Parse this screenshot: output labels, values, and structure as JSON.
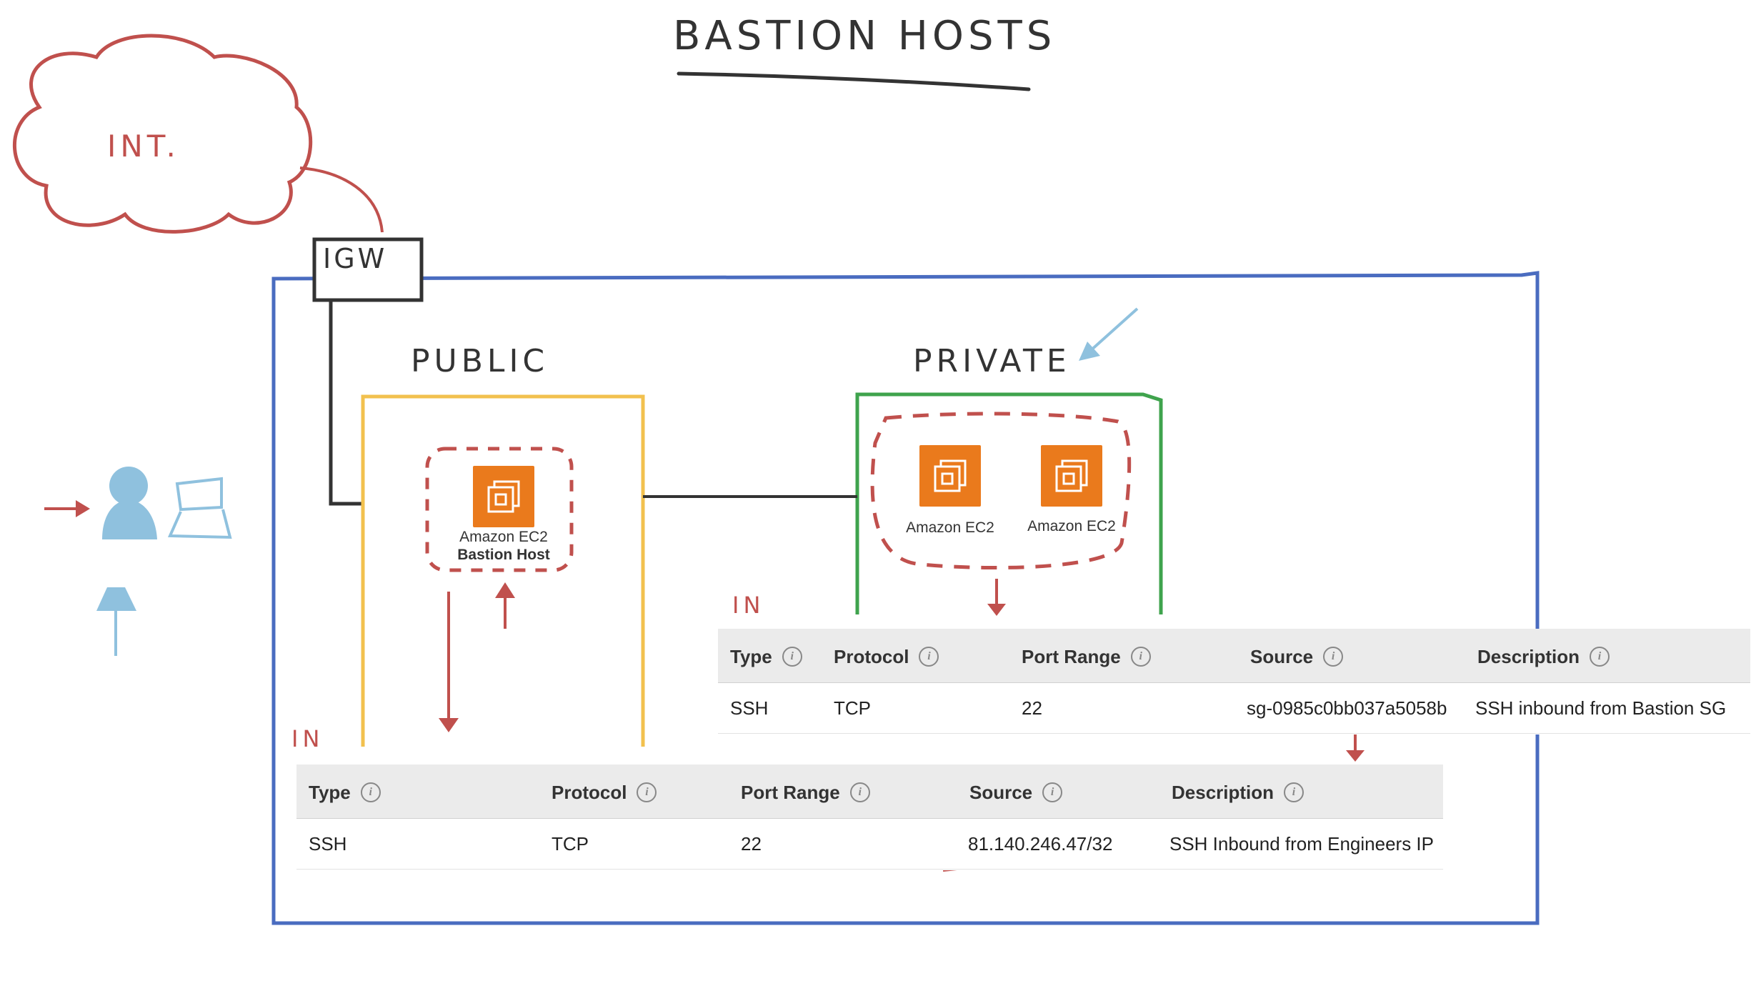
{
  "title": "BASTION HOSTS",
  "labels": {
    "internet": "INT.",
    "igw": "IGW",
    "public": "PUBLIC",
    "private": "PRIVATE",
    "in_private": "IN",
    "in_public": "IN"
  },
  "bastion": {
    "service": "Amazon EC2",
    "role": "Bastion Host"
  },
  "private_instances": [
    {
      "service": "Amazon EC2"
    },
    {
      "service": "Amazon EC2"
    }
  ],
  "private_rules": {
    "headers": [
      "Type",
      "Protocol",
      "Port Range",
      "Source",
      "Description"
    ],
    "rows": [
      [
        "SSH",
        "TCP",
        "22",
        "sg-0985c0bb037a5058b",
        "SSH inbound from Bastion SG"
      ]
    ]
  },
  "public_rules": {
    "headers": [
      "Type",
      "Protocol",
      "Port Range",
      "Source",
      "Description"
    ],
    "rows": [
      [
        "SSH",
        "TCP",
        "22",
        "81.140.246.47/32",
        "SSH Inbound from Engineers IP"
      ]
    ]
  },
  "colors": {
    "vpc_border": "#4a6cc0",
    "public_subnet": "#f2c14e",
    "private_subnet": "#3fa34d",
    "annotation_red": "#c0504d",
    "user_blue": "#8fc1de",
    "ec2_orange": "#ea7a1c"
  }
}
